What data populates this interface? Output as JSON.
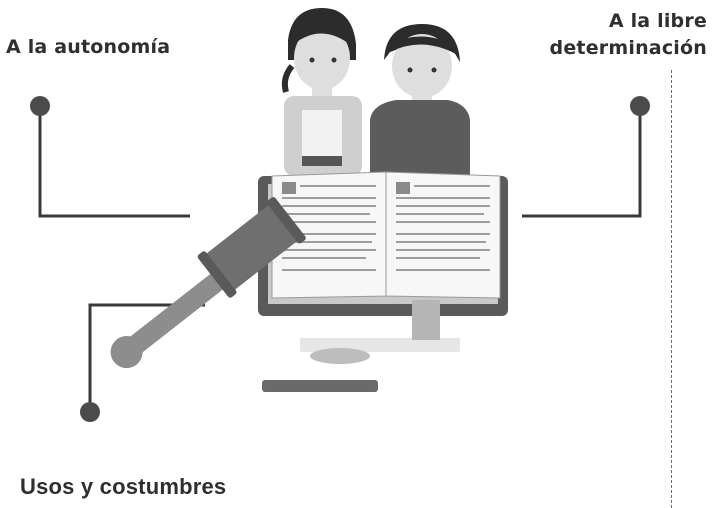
{
  "labels": {
    "autonomia": "A la autonomía",
    "libre_line1": "A la libre",
    "libre_line2": "determinación",
    "usos": "Usos y costumbres"
  },
  "colors": {
    "line": "#3a3a3a",
    "dot": "#4b4b4b",
    "gavel": "#8d8d8d",
    "gavel_dark": "#6f6f6f",
    "book_frame": "#5a5a5a",
    "hair": "#2c2c2c",
    "skin": "#dedede",
    "dress": "#cfcfcf",
    "shirt": "#5c5c5c"
  },
  "icons": [
    "woman-figure",
    "man-figure",
    "open-book-icon",
    "gavel-icon",
    "sound-block-icon"
  ]
}
